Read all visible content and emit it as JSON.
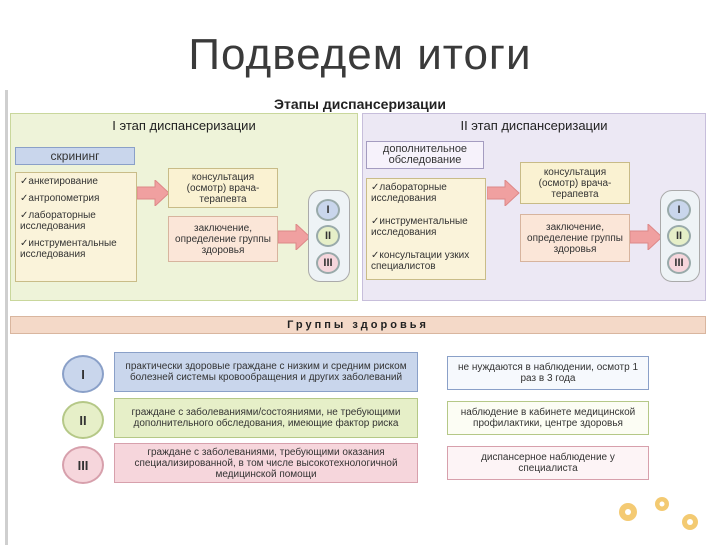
{
  "slide_title": "Подведем итоги",
  "diagram_title": "Этапы диспансеризации",
  "stage1": {
    "title": "I этап диспансеризации",
    "screening": "скрининг",
    "items": [
      "анкетирование",
      "антропометрия",
      "лабораторные исследования",
      "инструментальные исследования"
    ],
    "consultation": "консультация (осмотр) врача-терапевта",
    "conclusion": "заключение, определение группы здоровья",
    "groups": [
      "I",
      "II",
      "III"
    ]
  },
  "stage2": {
    "title": "II этап диспансеризации",
    "extra": "дополнительное обследование",
    "items": [
      "лабораторные исследования",
      "инструментальные исследования",
      "консультации узких специалистов"
    ],
    "consultation": "консультация (осмотр) врача-терапевта",
    "conclusion": "заключение, определение группы здоровья",
    "groups": [
      "I",
      "II",
      "III"
    ]
  },
  "health_groups": {
    "title": "Группы здоровья",
    "rows": [
      {
        "numeral": "I",
        "description": "практически здоровые граждане с низким и средним риском болезней системы кровообращения и других заболеваний",
        "action": "не нуждаются в наблюдении, осмотр 1 раз в 3 года"
      },
      {
        "numeral": "II",
        "description": "граждане с заболеваниями/состояниями, не требующими дополнительного обследования, имеющие фактор риска",
        "action": "наблюдение в кабинете медицинской профилактики, центре здоровья"
      },
      {
        "numeral": "III",
        "description": "граждане с заболеваниями, требующими оказания специализированной, в том числе высокотехнологичной медицинской помощи",
        "action": "диспансерное наблюдение у специалиста"
      }
    ]
  },
  "colors": {
    "stage1_bg": "#eef3d9",
    "stage2_bg": "#ece8f4",
    "arrow": "#f0a0a0",
    "group1": "#c9d6ec",
    "group2": "#e6efc8",
    "group3": "#f6d6dc"
  }
}
